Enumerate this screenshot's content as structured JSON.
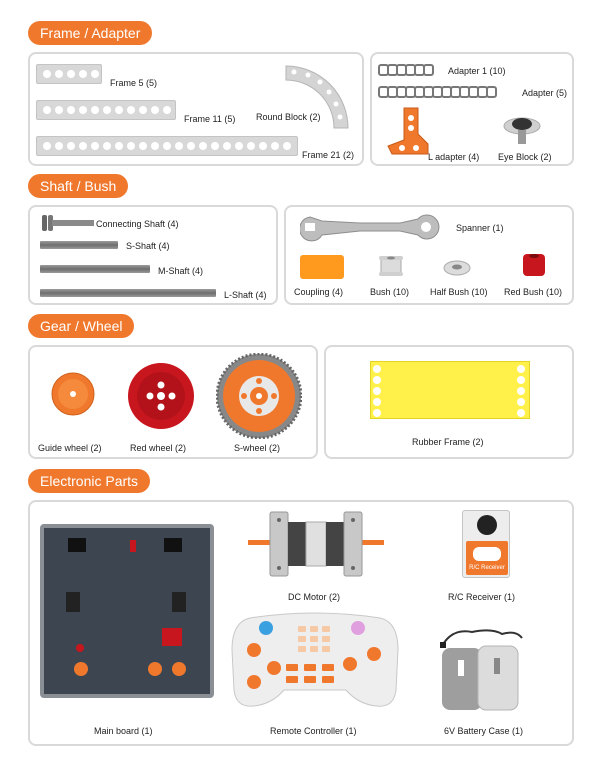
{
  "sections": {
    "frame": "Frame / Adapter",
    "shaft": "Shaft / Bush",
    "gear": "Gear / Wheel",
    "electronic": "Electronic Parts"
  },
  "frame_parts": {
    "frame5": "Frame 5 (5)",
    "frame11": "Frame 11 (5)",
    "frame21": "Frame 21 (2)",
    "round_block": "Round Block (2)",
    "adapter1": "Adapter 1 (10)",
    "adapter": "Adapter (5)",
    "l_adapter": "L adapter (4)",
    "eye_block": "Eye Block (2)"
  },
  "shaft_parts": {
    "connecting_shaft": "Connecting Shaft (4)",
    "s_shaft": "S-Shaft (4)",
    "m_shaft": "M-Shaft (4)",
    "l_shaft": "L-Shaft (4)",
    "spanner": "Spanner (1)",
    "coupling": "Coupling (4)",
    "bush": "Bush (10)",
    "half_bush": "Half Bush (10)",
    "red_bush": "Red Bush (10)"
  },
  "gear_parts": {
    "guide_wheel": "Guide wheel  (2)",
    "red_wheel": "Red wheel (2)",
    "s_wheel": "S-wheel (2)",
    "rubber_frame": "Rubber Frame (2)"
  },
  "electronic_parts": {
    "main_board": "Main board (1)",
    "dc_motor": "DC Motor (2)",
    "rc_receiver": "R/C Receiver (1)",
    "remote_controller": "Remote Controller (1)",
    "battery_case": "6V Battery Case (1)",
    "receiver_tag": "R/C Receiver"
  },
  "colors": {
    "accent": "#f0782d",
    "red": "#c8161e",
    "yellow": "#fff04a",
    "border": "#d9d9d9"
  }
}
